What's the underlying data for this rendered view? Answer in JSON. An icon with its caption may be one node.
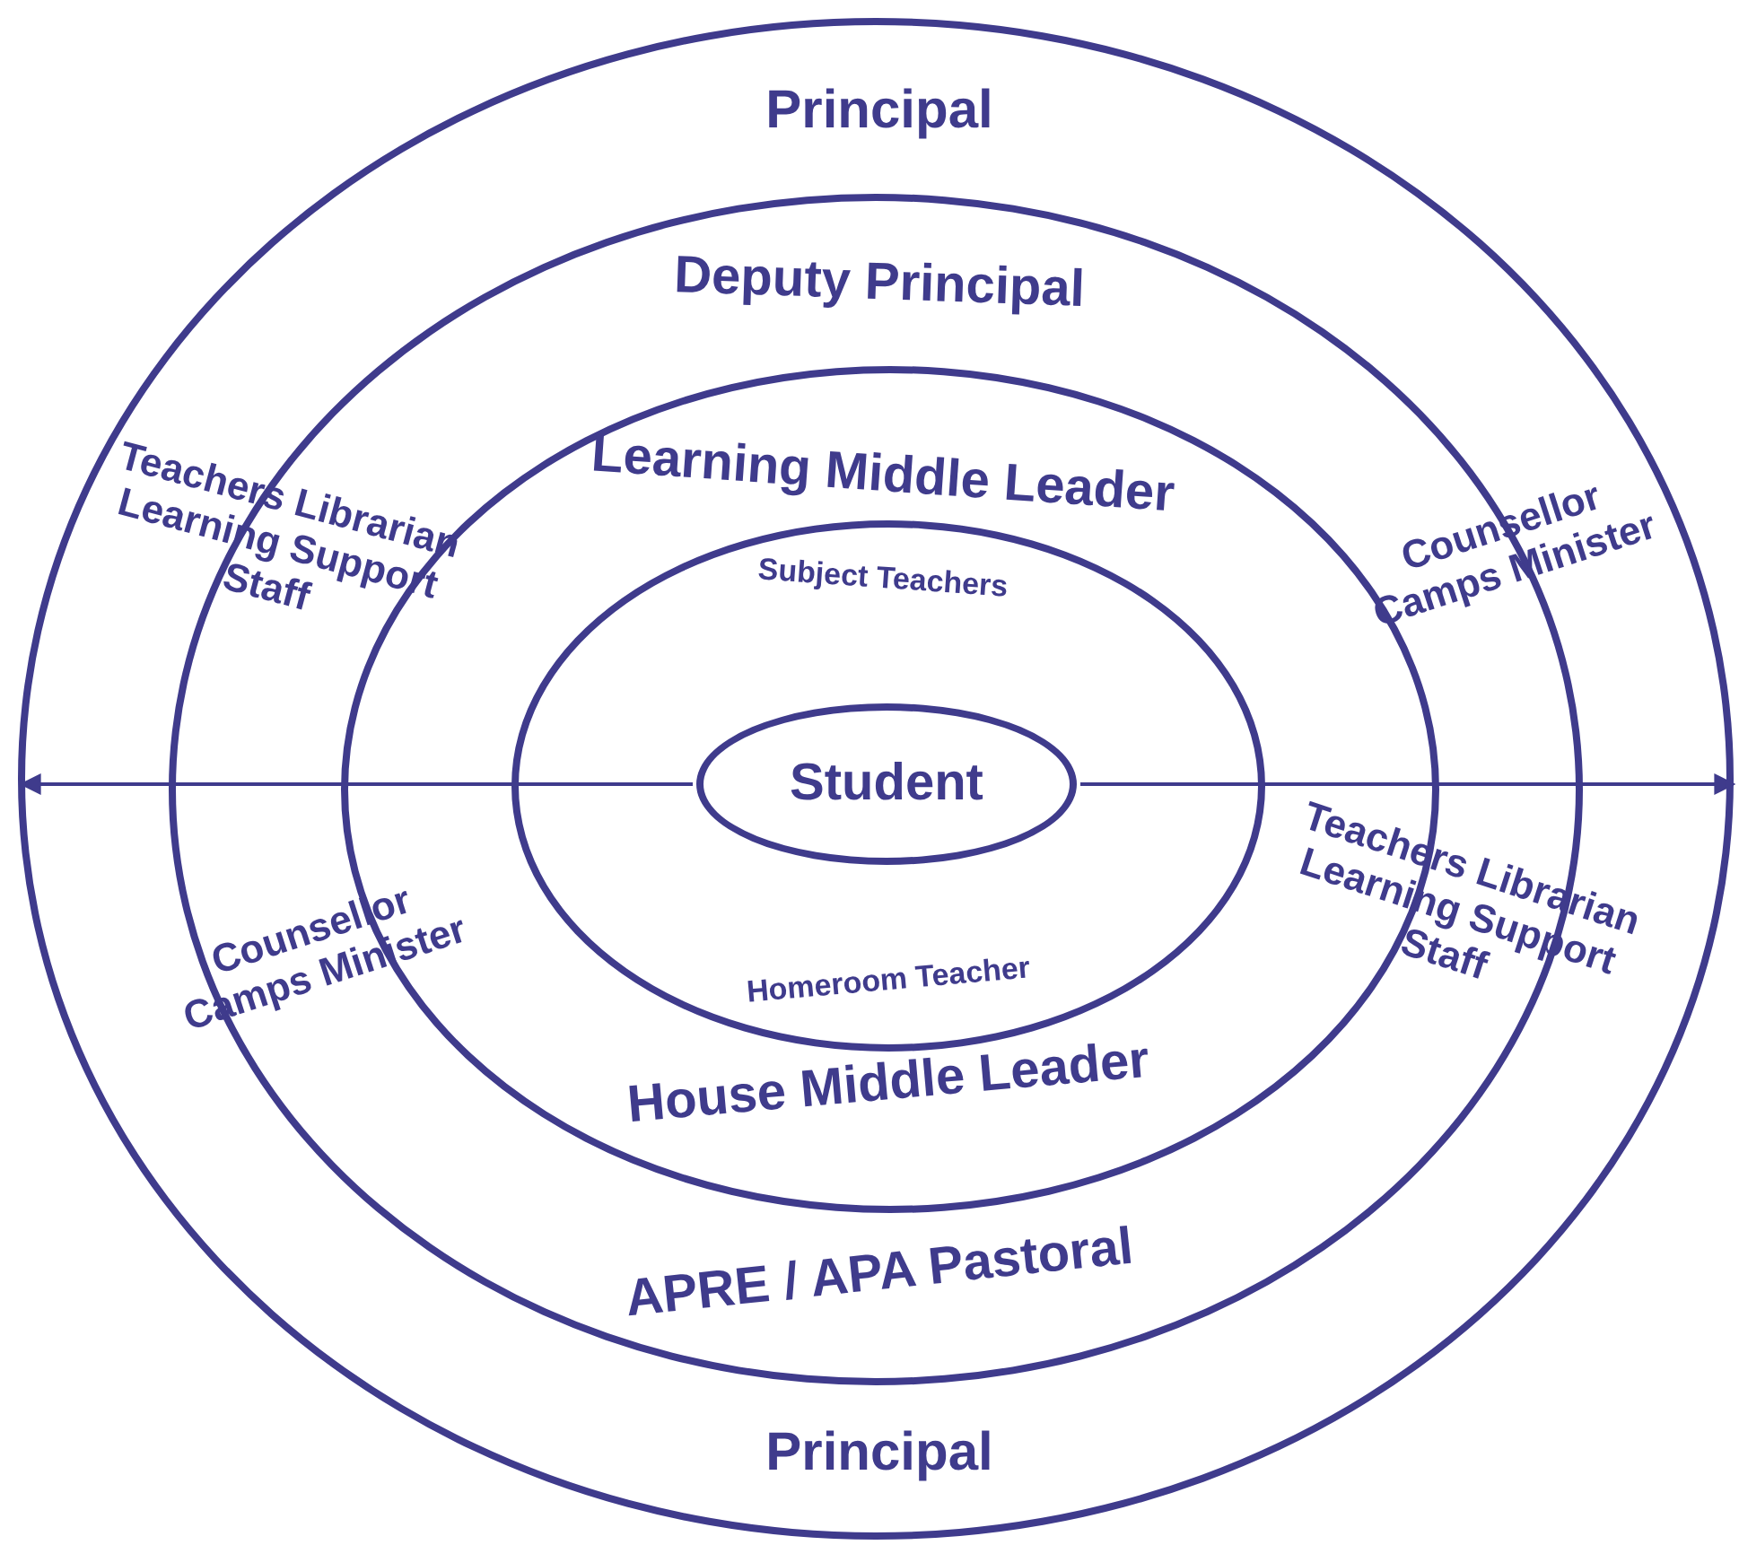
{
  "diagram": {
    "nodes": [
      {
        "text": [
          "Principal",
          "Principal"
        ]
      },
      {
        "text": [
          "Deputy Principal",
          "APRE / APA Pastoral"
        ],
        "in": 0
      },
      {
        "text": [
          "Learning Middle Leader",
          "House Middle Leader"
        ],
        "in": 1
      },
      {
        "text": [
          "Subject Teachers",
          "Homeroom Teacher"
        ],
        "in": 2
      },
      {
        "text": [
          "Student"
        ],
        "in": 3
      }
    ],
    "edges": [
      {
        "from": 4,
        "to": null,
        "arrow": "to"
      },
      {
        "from": 4,
        "to": null,
        "arrow": "to"
      }
    ],
    "labels": [
      "Teachers Librarian Learning Support Staff",
      "Counsellor Camps Minister",
      "Counsellor Camps Minister",
      "Teachers Librarian Learning Support Staff"
    ]
  }
}
